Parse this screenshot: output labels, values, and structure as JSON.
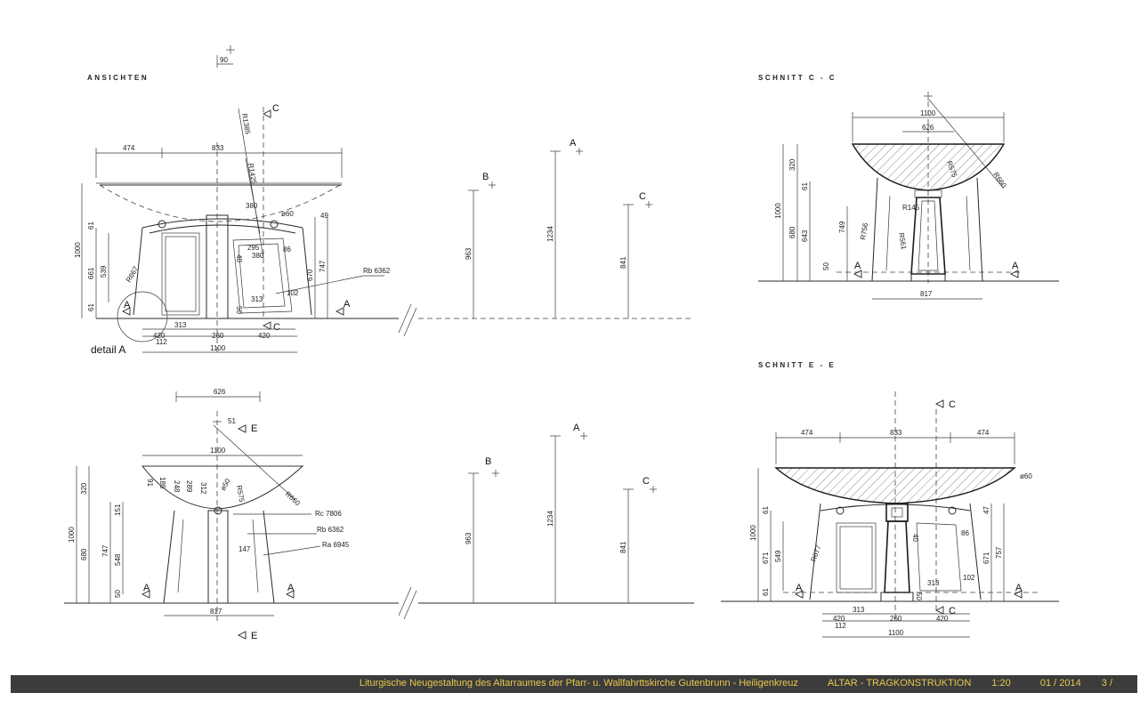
{
  "headings": {
    "views": "ANSICHTEN",
    "section_cc": "SCHNITT C - C",
    "section_ee": "SCHNITT E - E"
  },
  "labels": {
    "A": "A",
    "B": "B",
    "C": "C",
    "E": "E",
    "detail_a": "detail A"
  },
  "dims": {
    "v1": {
      "top90": "90",
      "w474": "474",
      "w833": "833",
      "r1385": "R1385",
      "r1425": "R1425",
      "d380a": "380",
      "phi60": "ø60",
      "d49": "49",
      "d61a": "61",
      "d1000": "1000",
      "d661": "661",
      "d539": "539",
      "r667": "R667",
      "d61b": "61",
      "d295": "295",
      "d380b": "380",
      "d40": "40",
      "d86": "86",
      "d670": "670",
      "d747": "747",
      "rb": "Rb 6362",
      "d102": "102",
      "d313b": "313",
      "d50": "50",
      "d313": "313",
      "d420a": "420",
      "d112": "112",
      "d260": "260",
      "d420b": "420",
      "d1100": "1100"
    },
    "e1": {
      "h963": "963",
      "h1234": "1234",
      "h841": "841"
    },
    "v2": {
      "w626": "626",
      "d51": "51",
      "w1100": "1100",
      "r660": "R660",
      "d91": "91",
      "d185": "185",
      "d248": "248",
      "d289": "289",
      "d312": "312",
      "phi50": "ø50",
      "r575": "R575",
      "rc": "Rc 7806",
      "rb": "Rb 6362",
      "ra": "Ra 6945",
      "d147": "147",
      "d320": "320",
      "d1000": "1000",
      "d680": "680",
      "d151": "151",
      "d747": "747",
      "d548": "548",
      "d50": "50",
      "w817": "817"
    },
    "e2": {
      "h963": "963",
      "h1234": "1234",
      "h841": "841"
    },
    "scc": {
      "w1100": "1100",
      "w626": "626",
      "r575": "R575",
      "r660": "R660",
      "d320": "320",
      "d61": "61",
      "d1000": "1000",
      "d680": "680",
      "d643": "643",
      "d749": "749",
      "r756": "R756",
      "r145": "R145",
      "r561": "R561",
      "d50": "50",
      "w817": "817"
    },
    "see": {
      "w474a": "474",
      "w833": "833",
      "w474b": "474",
      "phi60": "ø60",
      "d61a": "61",
      "d1000": "1000",
      "d671a": "671",
      "d549": "549",
      "r677": "R677",
      "d61b": "61",
      "d40": "40",
      "d47": "47",
      "d86": "86",
      "d671b": "671",
      "d757": "757",
      "d102": "102",
      "d313b": "313",
      "d50": "50",
      "d313": "313",
      "d420a": "420",
      "d112": "112",
      "d260": "260",
      "d420b": "420",
      "d1100": "1100"
    }
  },
  "footer": {
    "project": "Liturgische Neugestaltung des Altarraumes der Pfarr- u. Wallfahrttskirche Gutenbrunn - Heiligenkreuz",
    "title": "ALTAR - TRAGKONSTRUKTION",
    "scale": "1:20",
    "date": "01 / 2014",
    "sheet": "3 /"
  },
  "colors": {
    "footer_bg": "#3c3c3c",
    "footer_text": "#e8c84a",
    "line": "#2a2a2a"
  }
}
